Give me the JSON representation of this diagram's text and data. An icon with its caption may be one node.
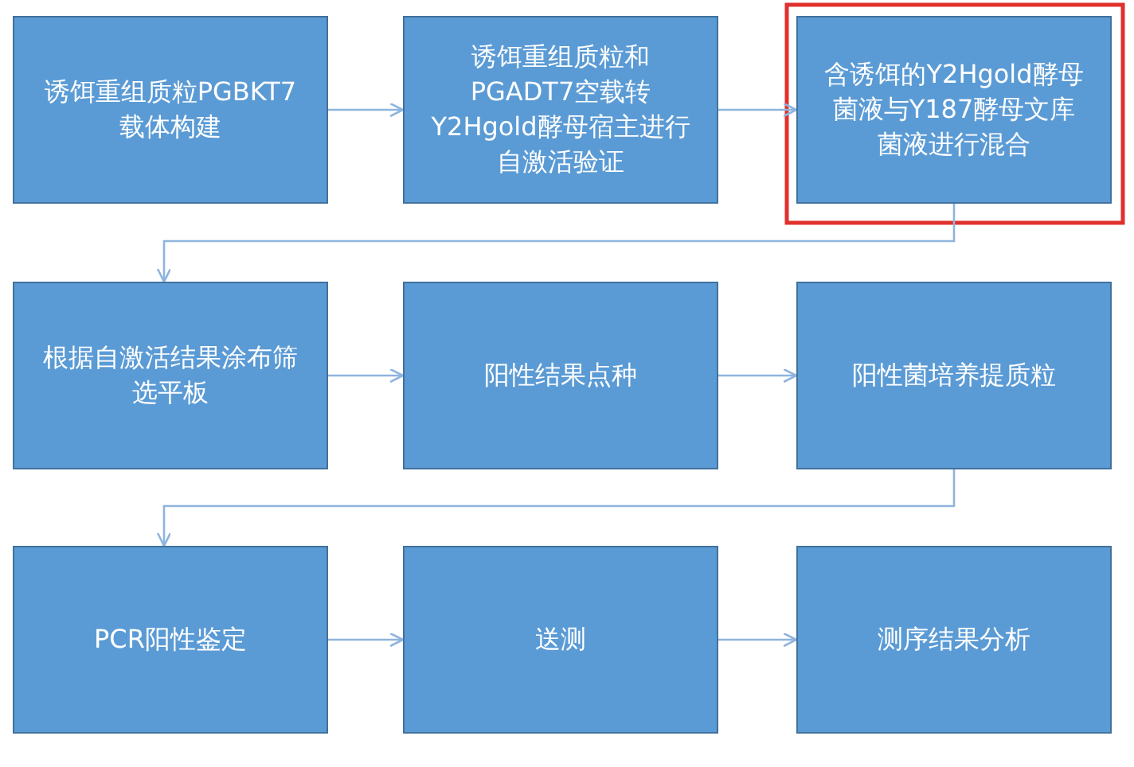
{
  "diagram": {
    "nodes": [
      {
        "text": [
          "诱饵重组质粒PGBKT7载体构建"
        ]
      },
      {
        "text": [
          "诱饵重组质粒和PGADT7空载转Y2Hgold酵母宿主进行自激活验证"
        ]
      },
      {
        "text": [
          "含诱饵的Y2Hgold酵母菌液与Y187酵母文库菌液进行混合"
        ]
      },
      {
        "text": [
          "根据自激活结果涂布筛选平板"
        ]
      },
      {
        "text": [
          "阳性结果点种"
        ]
      },
      {
        "text": [
          "阳性菌培养提质粒"
        ]
      },
      {
        "text": [
          "PCR阳性鉴定"
        ]
      },
      {
        "text": [
          "送测"
        ]
      },
      {
        "text": [
          "测序结果分析"
        ]
      }
    ],
    "edges": [
      {
        "from": 0,
        "to": 1,
        "arrow": "to"
      },
      {
        "from": 1,
        "to": 2,
        "arrow": "to"
      },
      {
        "from": 2,
        "to": 3,
        "arrow": "to"
      },
      {
        "from": 3,
        "to": 4,
        "arrow": "to"
      },
      {
        "from": 4,
        "to": 5,
        "arrow": "to"
      },
      {
        "from": 5,
        "to": 6,
        "arrow": "to"
      },
      {
        "from": 6,
        "to": 7,
        "arrow": "to"
      },
      {
        "from": 7,
        "to": 8,
        "arrow": "to"
      }
    ]
  }
}
